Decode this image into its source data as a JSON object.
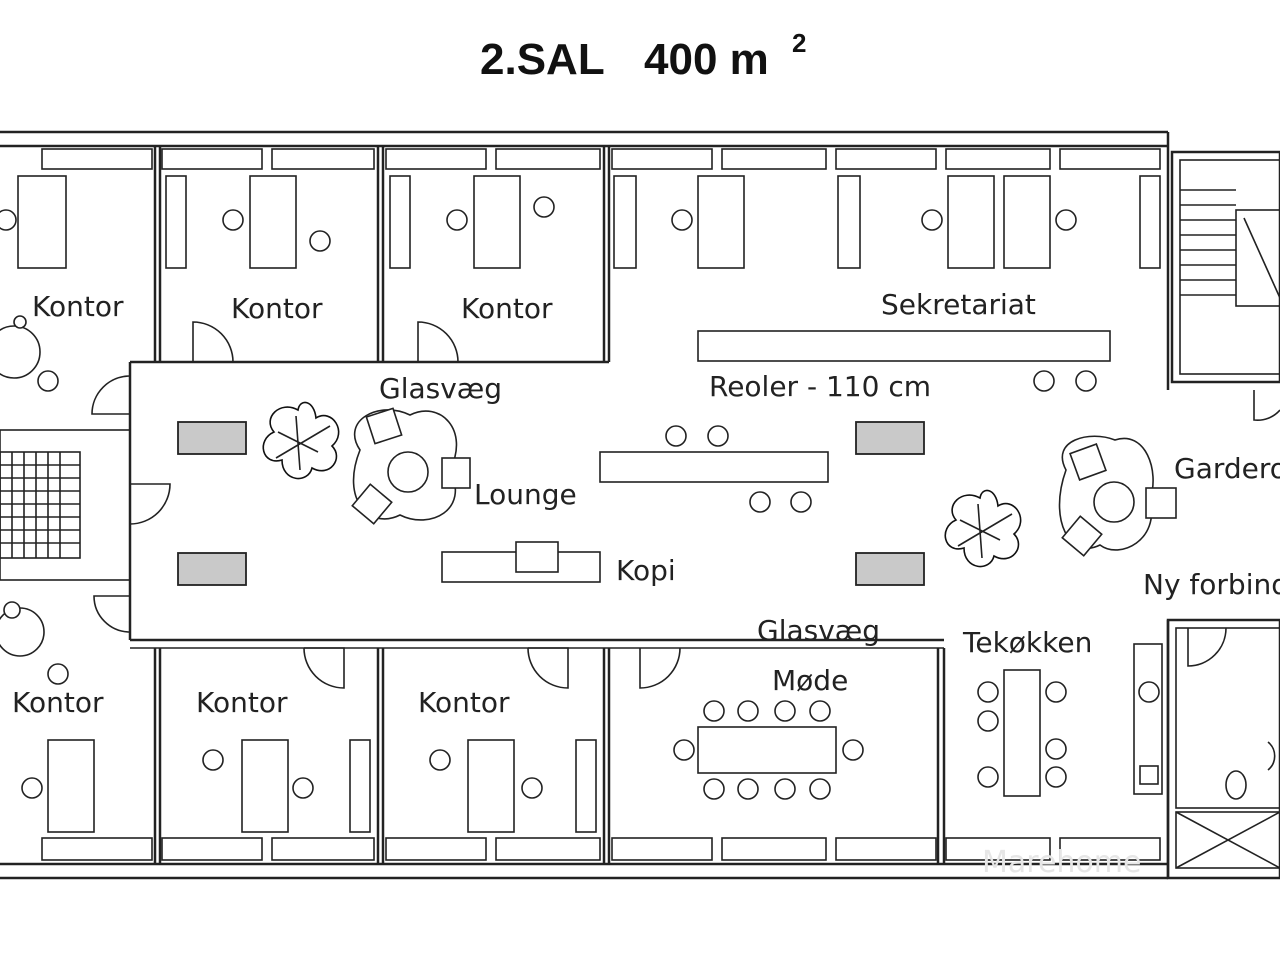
{
  "title": {
    "floor": "2.SAL",
    "area": "400 m",
    "area_sup": "2"
  },
  "rooms": {
    "kontor": "Kontor",
    "sekretariat": "Sekretariat",
    "reoler": "Reoler - 110 cm",
    "glasvaeg": "Glasvæg",
    "lounge": "Lounge",
    "kopi": "Kopi",
    "garderobe": "Garderobe",
    "ny_forbindelse": "Ny forbindelse",
    "tekoekken": "Tekøkken",
    "moede": "Møde"
  },
  "watermark": "Marehome"
}
